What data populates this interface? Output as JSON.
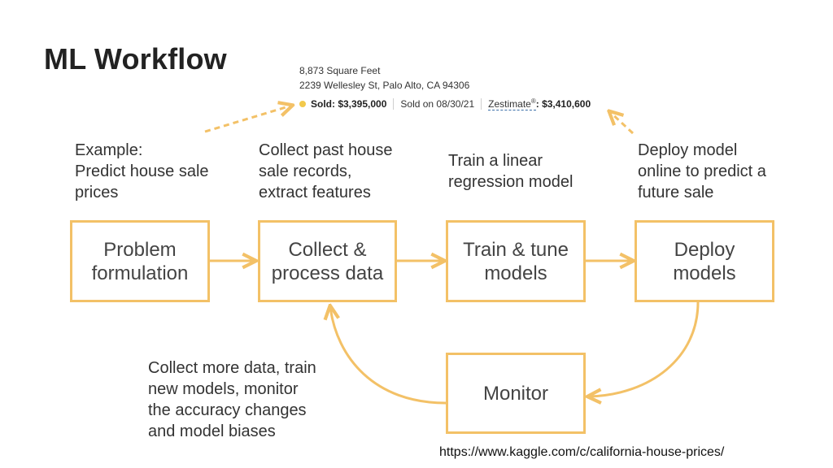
{
  "title": "ML Workflow",
  "listing": {
    "area": "8,873 Square Feet",
    "address": "2239 Wellesley St, Palo Alto, CA 94306",
    "sold_label": "Sold: $3,395,000",
    "sold_date": "Sold on 08/30/21",
    "zestimate_label": "Zestimate",
    "zestimate_mark": "®",
    "zestimate_value": ": $3,410,600"
  },
  "notes": {
    "example": [
      "Example:",
      "Predict house sale",
      "prices"
    ],
    "collect": [
      "Collect past house",
      "sale records,",
      "extract features"
    ],
    "train": [
      "Train a linear",
      "regression model"
    ],
    "deploy": [
      "Deploy model",
      "online to predict a",
      "future sale"
    ],
    "monitor": [
      "Collect more data, train",
      "new models, monitor",
      "the accuracy changes",
      "and model biases"
    ]
  },
  "boxes": {
    "problem": [
      "Problem",
      "formulation"
    ],
    "collect": [
      "Collect &",
      "process data"
    ],
    "train": [
      "Train & tune",
      "models"
    ],
    "deploy": [
      "Deploy",
      "models"
    ],
    "monitor": [
      "Monitor"
    ]
  },
  "colors": {
    "accent": "#f3c167",
    "text": "#333333"
  },
  "source_url": "https://www.kaggle.com/c/california-house-prices/"
}
